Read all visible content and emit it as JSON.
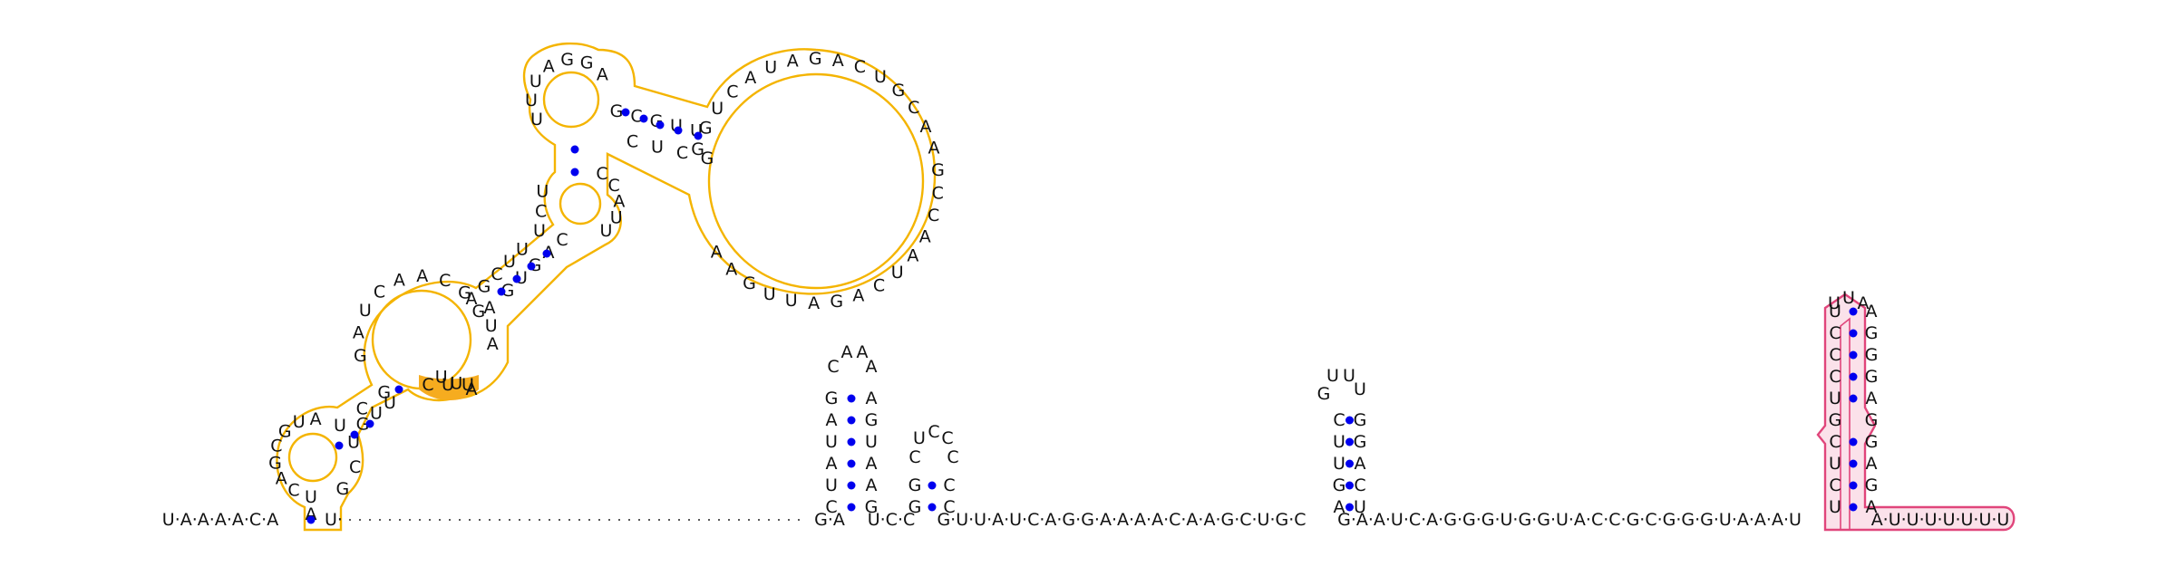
{
  "colors": {
    "outline_yellow": "#f4b400",
    "highlight_yellow": "#f6ac1f",
    "outline_pink": "#e0457b",
    "fill_pink": "#fbe1ea",
    "pair_dot": "#0000ee",
    "text": "#111111"
  },
  "bottom_line": {
    "leader": "U·A·A·A·A·C·A",
    "after_stem1": "U·",
    "mid1": "G·A",
    "mid2": "U·C·C",
    "mid3": "G·U·U·A·U·C·A·G·G·A·A·A·A·C·A·A·G·C·U·G·C",
    "mid4": "G·A·A·U·C·A·G·G·G·U·G·G·U·A·C·C·G·C·G·G·G·U·A·A·A·U",
    "tail": "A·U·U·U·U·U·U·U"
  },
  "hairpin_a": {
    "loop": [
      "C",
      "A",
      "A",
      "A"
    ],
    "left": [
      "C",
      "U",
      "A",
      "U",
      "A",
      "G"
    ],
    "right": [
      "G",
      "A",
      "A",
      "U",
      "G",
      "A"
    ]
  },
  "hairpin_b": {
    "loop": [
      "C",
      "U",
      "C",
      "C",
      "C"
    ],
    "left": [
      "G",
      "G"
    ],
    "right": [
      "C",
      "C"
    ]
  },
  "hairpin_c": {
    "loop": [
      "G",
      "U",
      "U",
      "U"
    ],
    "left": [
      "A",
      "G",
      "U",
      "U",
      "C"
    ],
    "right": [
      "U",
      "C",
      "A",
      "G",
      "G"
    ]
  },
  "pink_stem": {
    "loop": [
      "U",
      "U",
      "A"
    ],
    "left": [
      "U",
      "C",
      "U",
      "C",
      "G",
      "U",
      "C",
      "C",
      "C",
      "U"
    ],
    "right": [
      "A",
      "G",
      "A",
      "G",
      "G",
      "A",
      "G",
      "G",
      "G",
      "A"
    ]
  },
  "big_domain": {
    "strand": "A·U·C·A·G·C·G·U·A·U·C·G·G·A·U·C·A·A·C·G·G·A·G·C·U·U·U·C·U·U·U·U·A·G·G·A·G·C·G·U·U·G·G·U·C·A·U·A·G·A·C·U·G·C·A·A·G·C·C·A·A·U·C·A·G·A·U·U·G·A·A·G·C·U·C·C·C·A·U·U·C·A·G·U·G·A·U·A·A·U·U·U·U·G·U·C·G·G·C·G·A·U",
    "highlight": "C·U·U",
    "dangling": "·U·C"
  }
}
